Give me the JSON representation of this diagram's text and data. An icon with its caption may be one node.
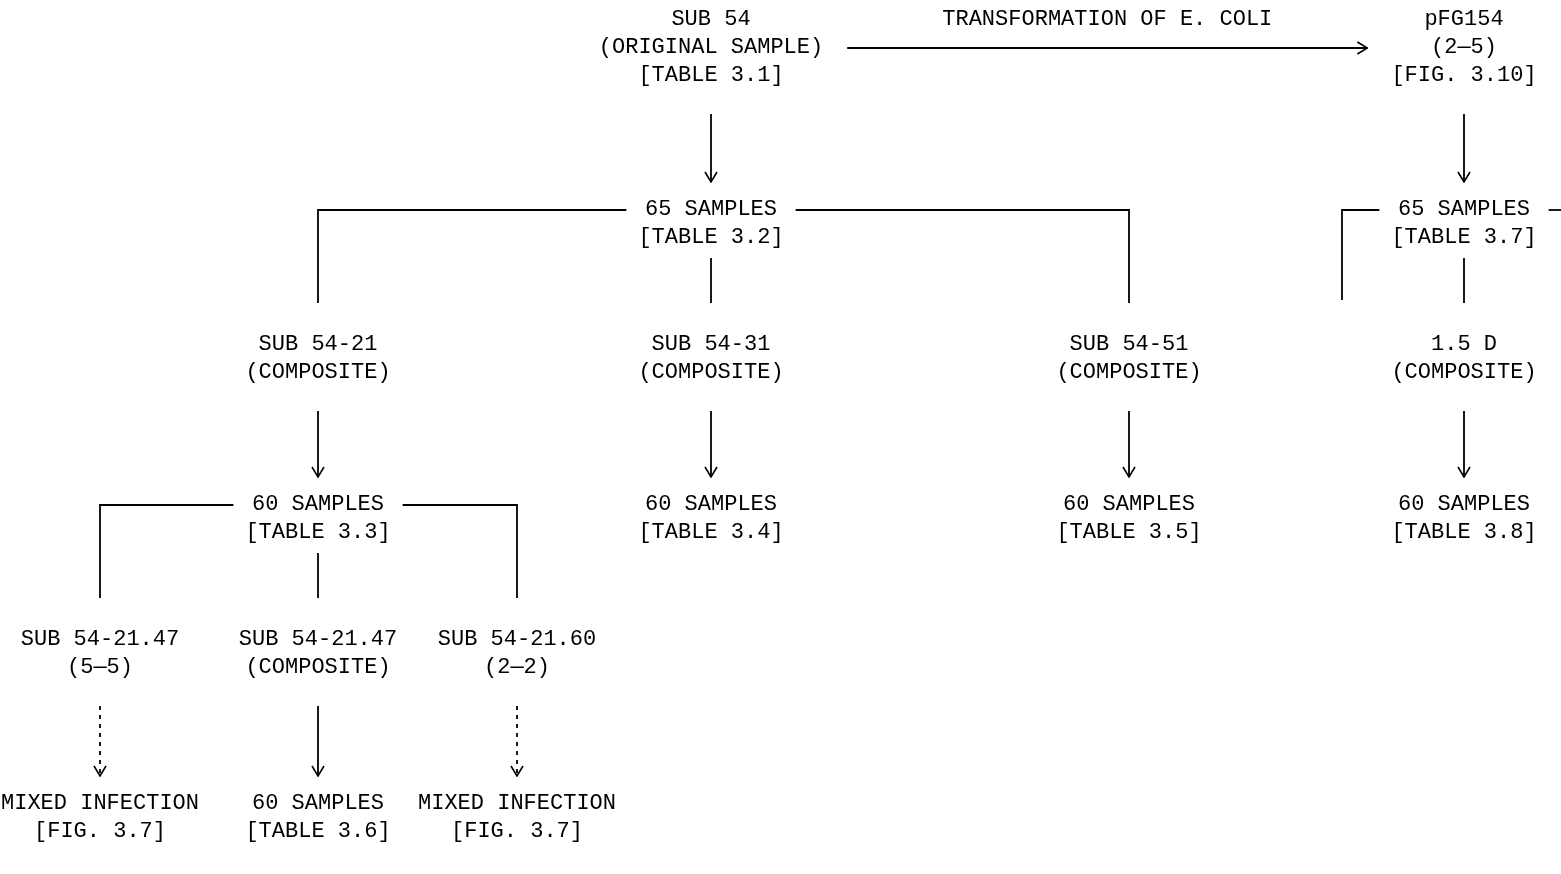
{
  "diagram": {
    "nodes": [
      {
        "text": [
          "SUB 54",
          "(ORIGINAL SAMPLE)",
          "[TABLE 3.1]"
        ]
      },
      {
        "text": [
          "pFG154",
          "(2—5)",
          "[FIG. 3.10]"
        ]
      },
      {
        "text": [
          "65 SAMPLES",
          "[TABLE 3.2]"
        ]
      },
      {
        "text": [
          "65 SAMPLES",
          "[TABLE 3.7]"
        ]
      },
      {
        "text": [
          "SUB 54-21",
          "(COMPOSITE)"
        ]
      },
      {
        "text": [
          "SUB 54-31",
          "(COMPOSITE)"
        ]
      },
      {
        "text": [
          "SUB 54-51",
          "(COMPOSITE)"
        ]
      },
      {
        "text": [
          "1.5 D",
          "(COMPOSITE)"
        ]
      },
      {
        "text": [
          "60 SAMPLES",
          "[TABLE 3.3]"
        ]
      },
      {
        "text": [
          "60 SAMPLES",
          "[TABLE 3.4]"
        ]
      },
      {
        "text": [
          "60 SAMPLES",
          "[TABLE 3.5]"
        ]
      },
      {
        "text": [
          "60 SAMPLES",
          "[TABLE 3.8]"
        ]
      },
      {
        "text": [
          "SUB 54-21.47",
          "(5—5)"
        ]
      },
      {
        "text": [
          "SUB 54-21.47",
          "(COMPOSITE)"
        ]
      },
      {
        "text": [
          "SUB 54-21.60",
          "(2—2)"
        ]
      },
      {
        "text": [
          "MIXED INFECTION",
          "[FIG. 3.7]"
        ]
      },
      {
        "text": [
          "60 SAMPLES",
          "[TABLE 3.6]"
        ]
      },
      {
        "text": [
          "MIXED INFECTION",
          "[FIG. 3.7]"
        ]
      }
    ],
    "edges": [
      {
        "from": 0,
        "to": 1,
        "arrow": "to",
        "label": "TRANSFORMATION OF E. COLI"
      },
      {
        "from": 0,
        "to": 2,
        "arrow": "to"
      },
      {
        "from": 1,
        "to": 3,
        "arrow": "to"
      },
      {
        "from": 2,
        "to": 4,
        "arrow": "none"
      },
      {
        "from": 2,
        "to": 5,
        "arrow": "none"
      },
      {
        "from": 2,
        "to": 6,
        "arrow": "none"
      },
      {
        "from": 3,
        "to": 7,
        "arrow": "none"
      },
      {
        "from": 3,
        "to": null,
        "arrow": "none"
      },
      {
        "from": 3,
        "to": null,
        "arrow": "none"
      },
      {
        "from": 4,
        "to": 8,
        "arrow": "to"
      },
      {
        "from": 5,
        "to": 9,
        "arrow": "to"
      },
      {
        "from": 6,
        "to": 10,
        "arrow": "to"
      },
      {
        "from": 7,
        "to": 11,
        "arrow": "to"
      },
      {
        "from": 8,
        "to": 12,
        "arrow": "none"
      },
      {
        "from": 8,
        "to": 13,
        "arrow": "none"
      },
      {
        "from": 8,
        "to": 14,
        "arrow": "none"
      },
      {
        "from": 12,
        "to": 15,
        "arrow": "to",
        "style": "dashed"
      },
      {
        "from": 13,
        "to": 16,
        "arrow": "to"
      },
      {
        "from": 14,
        "to": 17,
        "arrow": "to",
        "style": "dashed"
      }
    ]
  }
}
